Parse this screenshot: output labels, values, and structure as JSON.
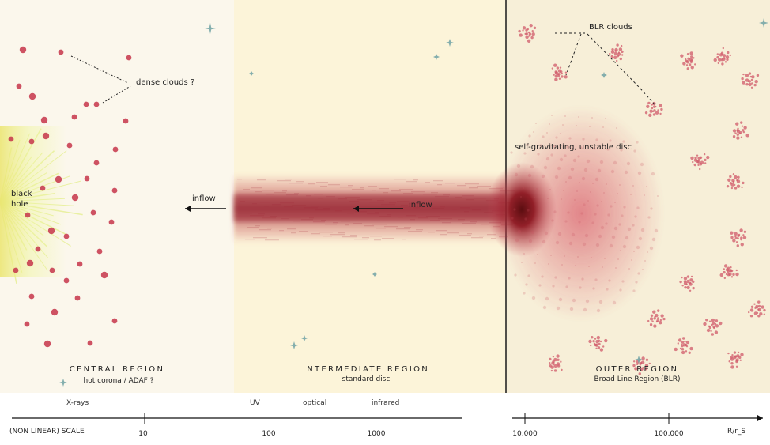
{
  "colors": {
    "central_bg": "#fbf7ec",
    "intermediate_bg": "#fcf4d9",
    "outer_bg": "#f7efd8",
    "cloud_red": "#c6354a",
    "disc_red": "#b5202d",
    "star_blue": "#77a6a7",
    "line_dark": "#111111",
    "hole_glow": "#e9ef6b"
  },
  "central": {
    "labels": {
      "dense_clouds": "dense clouds ?",
      "black_hole": "black\nhole",
      "inflow": "inflow",
      "title": "CENTRAL REGION",
      "subtitle": "hot corona / ADAF ?"
    }
  },
  "intermediate": {
    "labels": {
      "inflow": "inflow",
      "title": "INTERMEDIATE REGION",
      "subtitle": "standard disc"
    }
  },
  "outer": {
    "labels": {
      "blr_clouds": "BLR clouds",
      "self_grav": "self-gravitating, unstable disc",
      "title": "OUTER REGION",
      "subtitle": "Broad Line Region (BLR)"
    }
  },
  "bands": {
    "xrays": "X-rays",
    "uv": "UV",
    "optical": "optical",
    "infrared": "infrared"
  },
  "scale": {
    "label": "(NON LINEAR) SCALE",
    "ticks": [
      "10",
      "100",
      "1000",
      "10,000",
      "100,000"
    ],
    "end_label": "R/r_S"
  },
  "icons": {
    "star": "sparkle-icon",
    "arrow": "left-arrow-icon"
  }
}
